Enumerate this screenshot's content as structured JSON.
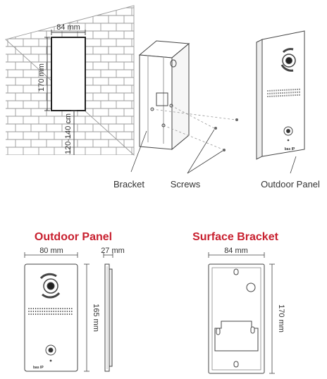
{
  "colors": {
    "accent": "#c8202f",
    "line": "#444444",
    "brick": "#9a9a9a",
    "text": "#333333"
  },
  "install": {
    "opening_width": "84 mm",
    "opening_height": "170 mm",
    "mount_height": "120-140 cm",
    "label_bracket": "Bracket",
    "label_screws": "Screws",
    "label_panel": "Outdoor Panel"
  },
  "outdoor_panel": {
    "title": "Outdoor Panel",
    "width": "80 mm",
    "depth": "27 mm",
    "height": "165 mm",
    "brand": "bas IP"
  },
  "surface_bracket": {
    "title": "Surface Bracket",
    "width": "84 mm",
    "height": "170 mm"
  }
}
